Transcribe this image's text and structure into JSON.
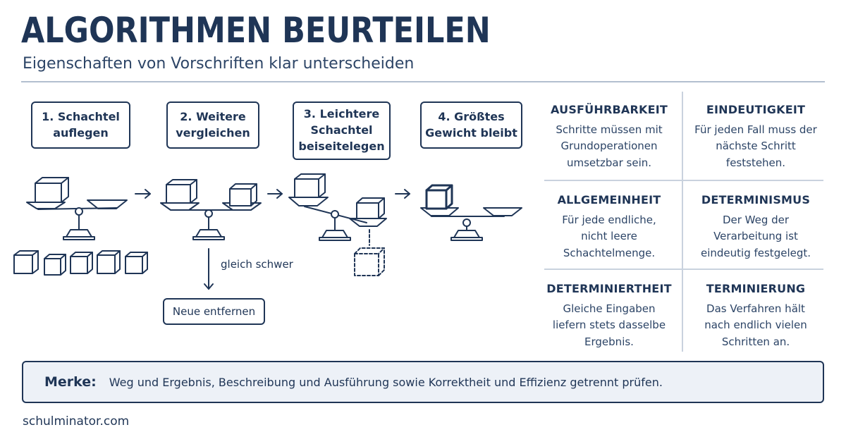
{
  "header": {
    "title": "ALGORITHMEN BEURTEILEN",
    "subtitle": "Eigenschaften von Vorschriften klar unterscheiden"
  },
  "steps": [
    {
      "lines": [
        "1. Schachtel",
        "auflegen"
      ]
    },
    {
      "lines": [
        "2. Weitere",
        "vergleichen"
      ]
    },
    {
      "lines": [
        "3. Leichtere",
        "Schachtel",
        "beiseitelegen"
      ]
    },
    {
      "lines": [
        "4. Größtes",
        "Gewicht bleibt"
      ]
    }
  ],
  "branch": {
    "label": "gleich schwer",
    "result": "Neue entfernen"
  },
  "properties": [
    {
      "title": "AUSFÜHRBARKEIT",
      "lines": [
        "Schritte müssen mit",
        "Grundoperationen",
        "umsetzbar sein."
      ]
    },
    {
      "title": "EINDEUTIGKEIT",
      "lines": [
        "Für jeden Fall muss der",
        "nächste Schritt",
        "feststehen."
      ]
    },
    {
      "title": "ALLGEMEINHEIT",
      "lines": [
        "Für jede endliche,",
        "nicht leere",
        "Schachtelmenge."
      ]
    },
    {
      "title": "DETERMINISMUS",
      "lines": [
        "Der Weg der",
        "Verarbeitung ist",
        "eindeutig festgelegt."
      ]
    },
    {
      "title": "DETERMINIERTHEIT",
      "lines": [
        "Gleiche Eingaben",
        "liefern stets dasselbe",
        "Ergebnis."
      ]
    },
    {
      "title": "TERMINIERUNG",
      "lines": [
        "Das Verfahren hält",
        "nach endlich vielen",
        "Schritten an."
      ]
    }
  ],
  "merke": {
    "label": "Merke:",
    "text": "Weg und Ergebnis, Beschreibung und Ausführung sowie Korrektheit und Effizienz getrennt prüfen."
  },
  "footer": "schulminator.com",
  "colors": {
    "primary": "#1f3556",
    "merke_bg": "#edf1f7",
    "divider": "#c9d2de"
  }
}
